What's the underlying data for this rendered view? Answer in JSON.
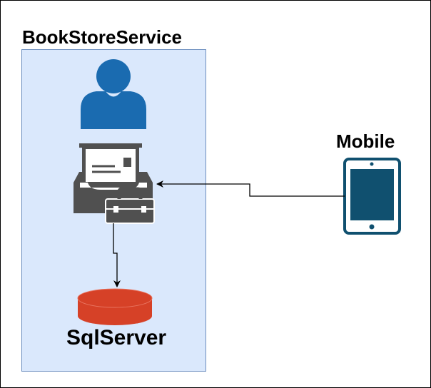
{
  "diagram": {
    "service_container": {
      "title": "BookStoreService"
    },
    "mobile": {
      "label": "Mobile"
    },
    "database": {
      "label": "SqlServer"
    },
    "colors": {
      "container_fill": "#dae8fc",
      "container_stroke": "#6c8ebf",
      "user_icon": "#1a6bb0",
      "mailbox_icon": "#505050",
      "database_icon": "#d64127",
      "mobile_icon": "#10506f"
    },
    "icons": [
      "user-icon",
      "mailbox-toolbox-icon",
      "database-icon",
      "tablet-icon"
    ],
    "connectors": [
      {
        "from": "mobile",
        "to": "service",
        "style": "orthogonal-arrow"
      },
      {
        "from": "service",
        "to": "database",
        "style": "orthogonal-arrow"
      }
    ]
  }
}
